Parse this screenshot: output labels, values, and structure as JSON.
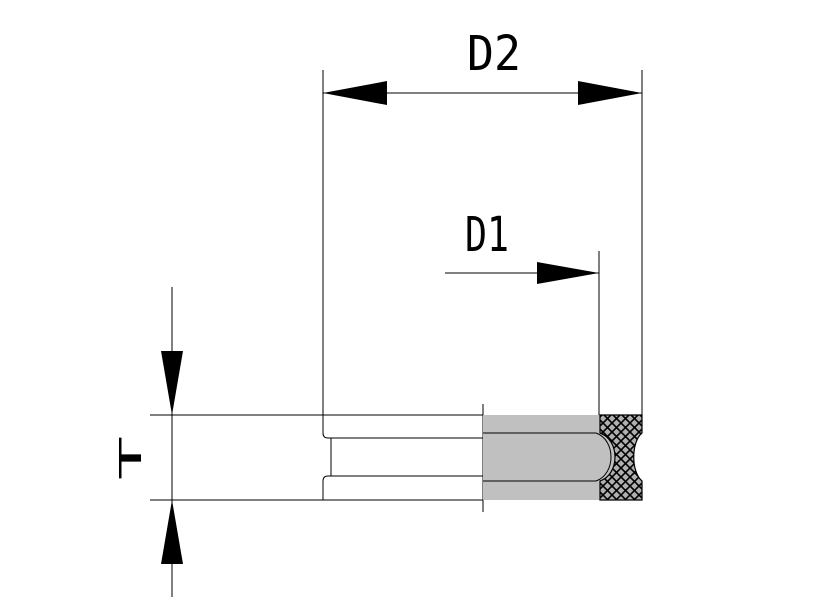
{
  "labels": {
    "outer_diameter": "D2",
    "inner_diameter": "D1",
    "thickness": "T"
  },
  "colors": {
    "background": "#ffffff",
    "line": "#000000",
    "section_fill": "#c0c0c0",
    "hatch_background": "#b0b0b0"
  }
}
